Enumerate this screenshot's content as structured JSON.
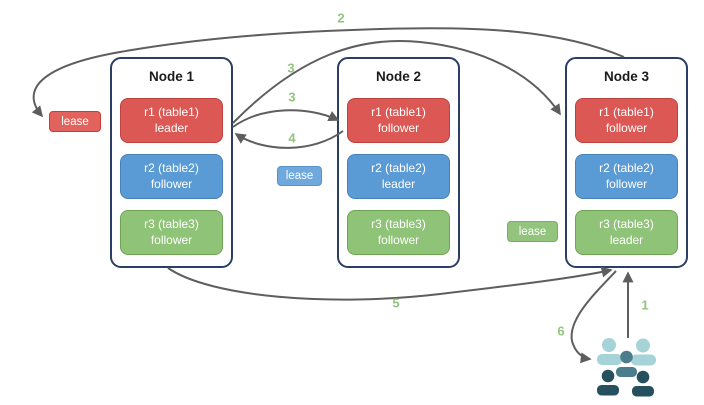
{
  "nodes": [
    {
      "title": "Node 1",
      "replicas": [
        {
          "label": "r1 (table1)",
          "role": "leader",
          "color": "red"
        },
        {
          "label": "r2 (table2)",
          "role": "follower",
          "color": "blue"
        },
        {
          "label": "r3 (table3)",
          "role": "follower",
          "color": "green"
        }
      ]
    },
    {
      "title": "Node 2",
      "replicas": [
        {
          "label": "r1 (table1)",
          "role": "follower",
          "color": "red"
        },
        {
          "label": "r2 (table2)",
          "role": "leader",
          "color": "blue"
        },
        {
          "label": "r3 (table3)",
          "role": "follower",
          "color": "green"
        }
      ]
    },
    {
      "title": "Node 3",
      "replicas": [
        {
          "label": "r1 (table1)",
          "role": "follower",
          "color": "red"
        },
        {
          "label": "r2 (table2)",
          "role": "follower",
          "color": "blue"
        },
        {
          "label": "r3 (table3)",
          "role": "leader",
          "color": "green"
        }
      ]
    }
  ],
  "leases": [
    {
      "label": "lease",
      "color": "red"
    },
    {
      "label": "lease",
      "color": "blue"
    },
    {
      "label": "lease",
      "color": "green"
    }
  ],
  "steps": {
    "s1": "1",
    "s2": "2",
    "s3_long": "3",
    "s3_short": "3",
    "s4": "4",
    "s5": "5",
    "s6": "6"
  },
  "icons": {
    "clients": "users-group-icon"
  },
  "colors": {
    "replica_red_fill": "#db5855",
    "replica_red_border": "#bd433e",
    "replica_blue_fill": "#5b9bd5",
    "replica_blue_border": "#4a81b4",
    "replica_green_fill": "#8fc378",
    "replica_green_border": "#6fa453",
    "lease_red_fill": "#e2635e",
    "lease_red_border": "#d03a33",
    "lease_blue_fill": "#6fa8dc",
    "lease_blue_border": "#5a93cc",
    "lease_green_fill": "#93c47d",
    "lease_green_border": "#7dab66",
    "node_border": "#2c3e63",
    "arrow": "#5e5e5e",
    "step_label": "#93c47d",
    "users_back": "#a6d3d7",
    "users_middle": "#4c7d8c",
    "users_front": "#27505f"
  }
}
